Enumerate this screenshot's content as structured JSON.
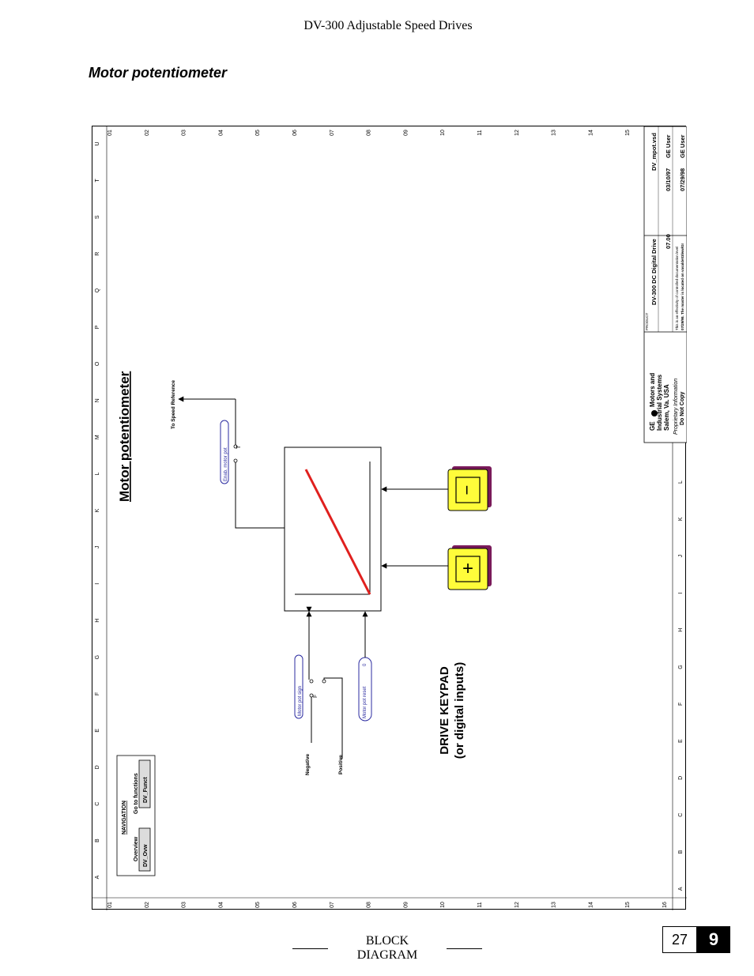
{
  "header": {
    "title": "DV-300 Adjustable Speed Drives"
  },
  "section": {
    "title": "Motor potentiometer"
  },
  "grid": {
    "rows": [
      "01",
      "02",
      "03",
      "04",
      "05",
      "06",
      "07",
      "08",
      "09",
      "10",
      "11",
      "12",
      "13",
      "14",
      "15",
      "16"
    ],
    "top_letters": [
      "U",
      "T",
      "S",
      "R",
      "Q",
      "P",
      "O",
      "N",
      "M",
      "L",
      "K",
      "J",
      "I",
      "H",
      "G",
      "F",
      "E",
      "D",
      "C",
      "B",
      "A"
    ],
    "bottom_letters": [
      "L",
      "K",
      "J",
      "I",
      "H",
      "G",
      "F",
      "E",
      "D",
      "C",
      "B",
      "A"
    ]
  },
  "diagram": {
    "title": "Motor potentiometer",
    "keypad_line1": "DRIVE KEYPAD",
    "keypad_line2": "(or digital inputs)",
    "to_speed_reference": "To Speed Reference",
    "enab_motor_pot": "Enab. motor pot",
    "enab_switch": "T",
    "motor_pot_sign": "Motor pot sign",
    "sign_switch": "F",
    "motor_pot_reset": "Motor pot reset",
    "reset_value": "0",
    "negative": "Negative",
    "positive": "Positive",
    "plus_key": "+",
    "minus_key": "−",
    "colors": {
      "ramp": "#e0201e",
      "key_face": "#fffc3a",
      "key_shadow": "#7a1a5a",
      "param_border": "#2b2ba0"
    },
    "navigation": {
      "title": "NAVIGATION",
      "overview_label": "Overview",
      "overview_button": "DV_Ovw",
      "functions_label": "Go to functions",
      "functions_button": "DV_Funct"
    }
  },
  "title_block": {
    "company_line1": "Motors and",
    "company_line2": "Industrial Systems",
    "company_line3": "Salem, Va. USA",
    "logo_text": "GE",
    "proprietary": "Proprietary Information",
    "do_not_copy": "Do Not Copy",
    "product_label": "PRODUCT",
    "product": "DV-300 DC Digital Drive",
    "version": "07.00",
    "filename": "DV_mpot.vsd",
    "created": "03/10/97",
    "created_by": "GE User",
    "modified": "07/29/98",
    "modified_by": "GE User",
    "note1": "This is an effectivity of controlled documentation level",
    "note2": "07/29/98. The master is located on vasalde03/ww/GI"
  },
  "footer": {
    "label": "BLOCK DIAGRAM",
    "page": "27",
    "tab": "9"
  }
}
